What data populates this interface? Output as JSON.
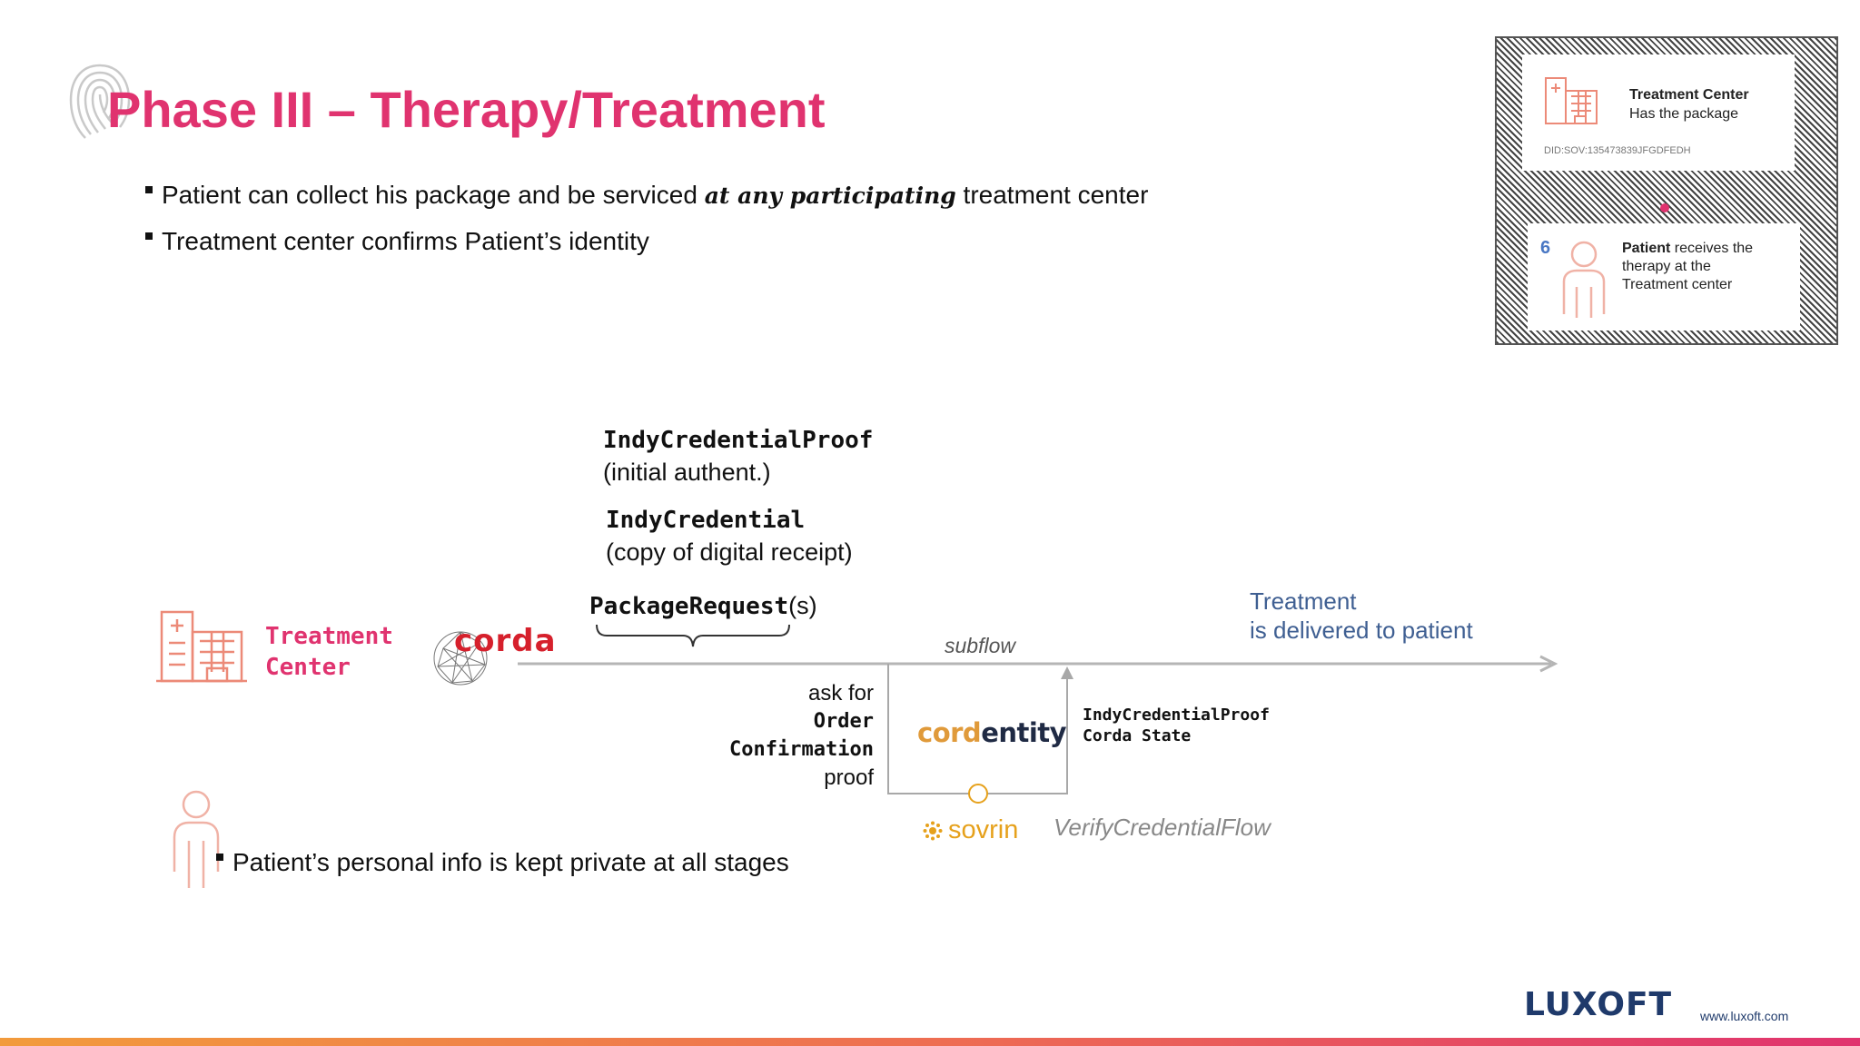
{
  "title": "Phase III – Therapy/Treatment",
  "bullets": {
    "b1_pre": "Patient can collect his package and be serviced ",
    "b1_em": "at any participating",
    "b1_post": " treatment center",
    "b2": "Treatment center confirms Patient’s identity",
    "b3": "Patient’s personal info is kept private at all stages"
  },
  "labels": {
    "indy_proof": "IndyCredentialProof",
    "indy_proof_note": "(initial authent.)",
    "indy_cred": "IndyCredential",
    "indy_cred_note": "(copy of digital receipt)",
    "package_request": "PackageRequest",
    "package_request_suffix": "(s)",
    "subflow": "subflow",
    "delivered_line1": "Treatment",
    "delivered_line2": "is delivered to patient",
    "ask_for": "ask for",
    "order": "Order",
    "confirmation": "Confirmation",
    "proof": "proof",
    "state_line1": "IndyCredentialProof",
    "state_line2": "Corda State",
    "verify_flow": "VerifyCredentialFlow"
  },
  "actors": {
    "treatment_center_line1": "Treatment",
    "treatment_center_line2": "Center"
  },
  "logos": {
    "corda": "corda",
    "cordentity_a": "cord",
    "cordentity_b": "entity",
    "sovrin": "sovrin",
    "luxoft": "LUXOFT",
    "url": "www.luxoft.com"
  },
  "inset": {
    "tc_title": "Treatment Center",
    "tc_text": "Has the package",
    "did": "DID:SOV:135473839JFGDFEDH",
    "step": "6",
    "patient_bold": "Patient",
    "patient_rest_1": " receives the",
    "patient_rest_2": "therapy at the",
    "patient_rest_3": "Treatment center"
  },
  "icons": {
    "fingerprint": "fingerprint-icon",
    "hospital": "hospital-icon",
    "person": "person-icon",
    "corda_globe": "corda-globe-icon",
    "sovrin_sun": "sovrin-sun-icon"
  },
  "colors": {
    "accent_pink": "#e0336f",
    "hospital_salmon": "#ec8a78",
    "note_blue": "#3f5f92",
    "corda_red": "#d6202c",
    "sovrin_gold": "#e6a11c",
    "luxoft_navy": "#1f3a6b"
  }
}
